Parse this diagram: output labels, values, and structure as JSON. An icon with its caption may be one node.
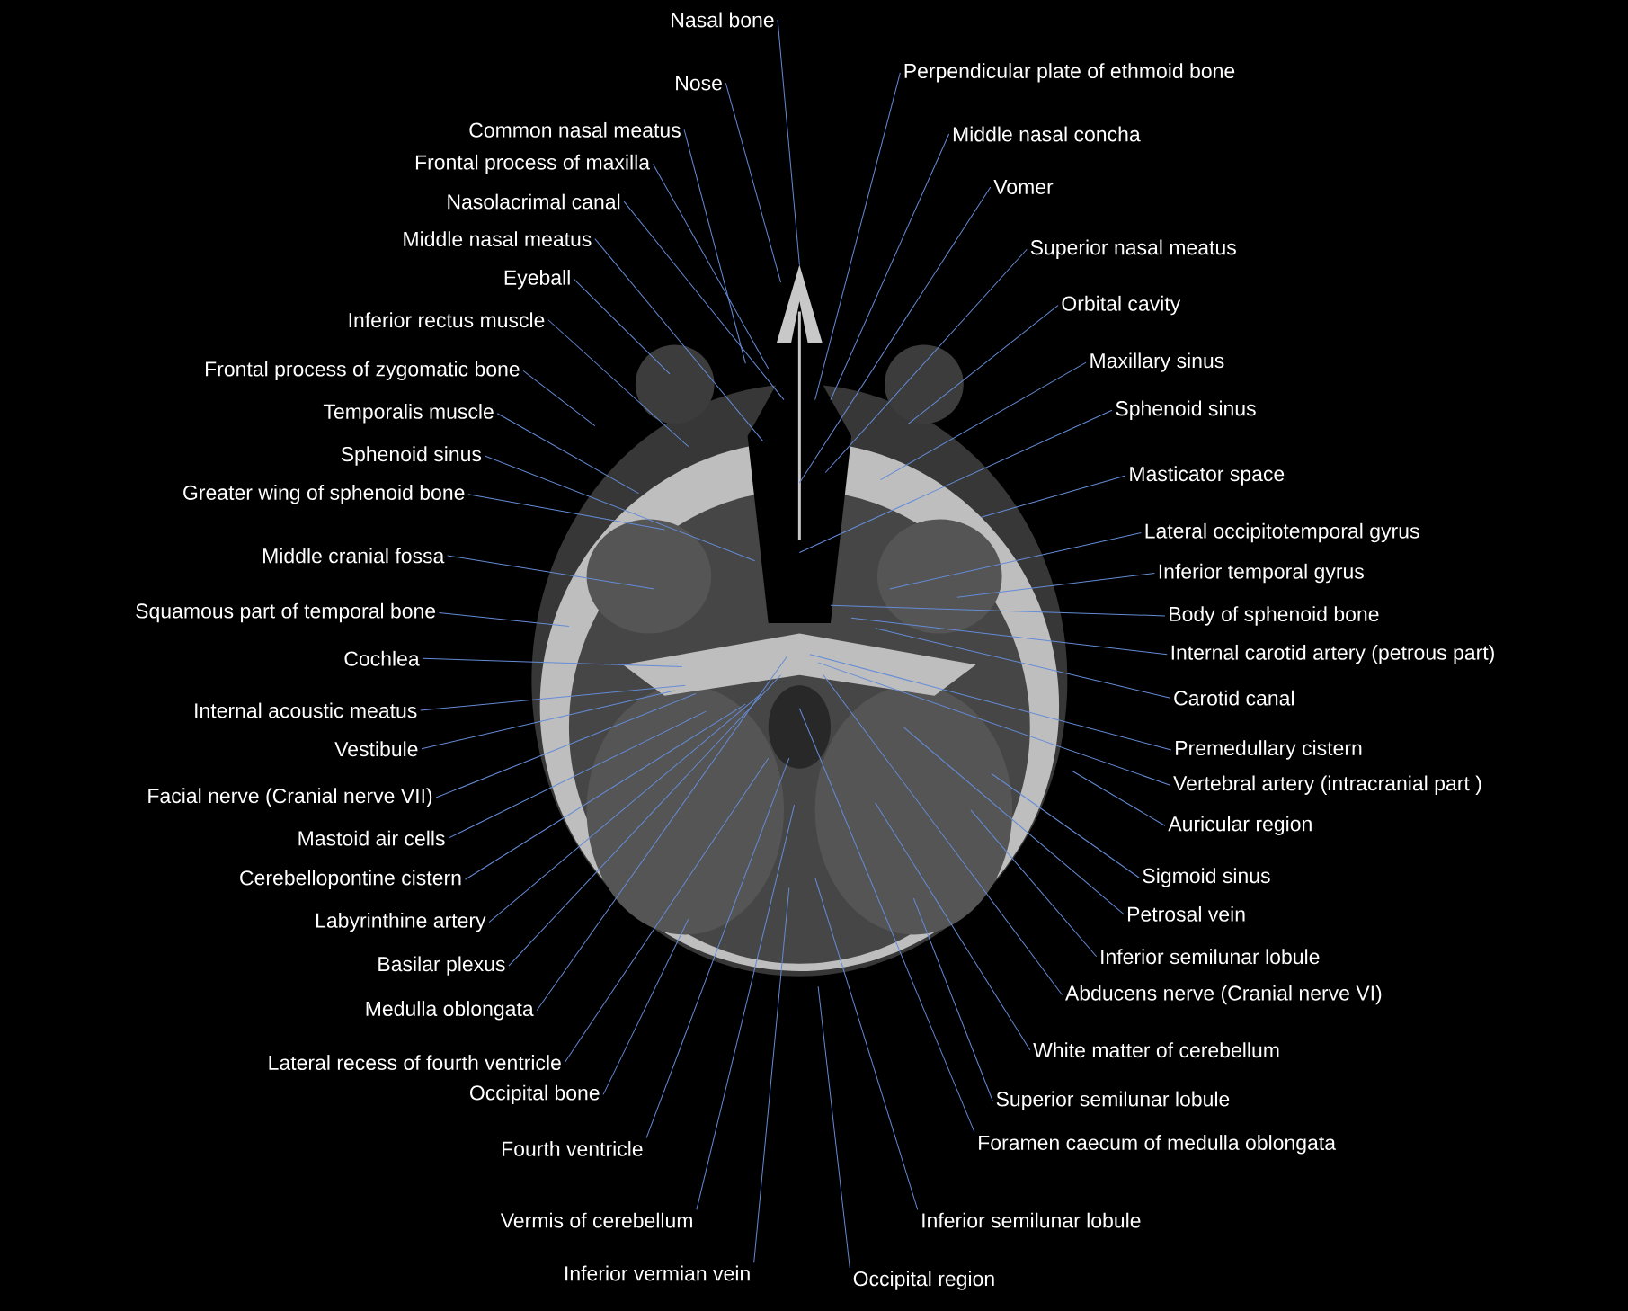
{
  "diagram": {
    "nodes": [
      {
        "text": [
          "Nasal bone"
        ]
      },
      {
        "text": [
          "Nose"
        ]
      },
      {
        "text": [
          "Common nasal meatus"
        ]
      },
      {
        "text": [
          "Frontal process of maxilla"
        ]
      },
      {
        "text": [
          "Nasolacrimal canal"
        ]
      },
      {
        "text": [
          "Middle nasal meatus"
        ]
      },
      {
        "text": [
          "Eyeball"
        ]
      },
      {
        "text": [
          "Inferior rectus muscle"
        ]
      },
      {
        "text": [
          "Frontal process of zygomatic bone"
        ]
      },
      {
        "text": [
          "Temporalis muscle"
        ]
      },
      {
        "text": [
          "Sphenoid sinus"
        ]
      },
      {
        "text": [
          "Greater wing of sphenoid bone"
        ]
      },
      {
        "text": [
          "Middle cranial fossa"
        ]
      },
      {
        "text": [
          "Squamous part of temporal bone"
        ]
      },
      {
        "text": [
          "Cochlea"
        ]
      },
      {
        "text": [
          "Internal acoustic meatus"
        ]
      },
      {
        "text": [
          "Vestibule"
        ]
      },
      {
        "text": [
          "Facial nerve (Cranial nerve VII)"
        ]
      },
      {
        "text": [
          "Mastoid air cells"
        ]
      },
      {
        "text": [
          "Cerebellopontine cistern"
        ]
      },
      {
        "text": [
          "Labyrinthine artery"
        ]
      },
      {
        "text": [
          "Basilar plexus"
        ]
      },
      {
        "text": [
          "Medulla oblongata"
        ]
      },
      {
        "text": [
          "Lateral recess of fourth ventricle"
        ]
      },
      {
        "text": [
          "Occipital bone"
        ]
      },
      {
        "text": [
          "Fourth ventricle"
        ]
      },
      {
        "text": [
          "Vermis of cerebellum"
        ]
      },
      {
        "text": [
          "Inferior vermian vein"
        ]
      },
      {
        "text": [
          "Perpendicular plate of ethmoid bone"
        ]
      },
      {
        "text": [
          "Middle nasal concha"
        ]
      },
      {
        "text": [
          "Vomer"
        ]
      },
      {
        "text": [
          "Superior nasal meatus"
        ]
      },
      {
        "text": [
          "Orbital cavity"
        ]
      },
      {
        "text": [
          "Maxillary sinus"
        ]
      },
      {
        "text": [
          "Sphenoid sinus"
        ]
      },
      {
        "text": [
          "Masticator space"
        ]
      },
      {
        "text": [
          "Lateral occipitotemporal gyrus"
        ]
      },
      {
        "text": [
          "Inferior temporal gyrus"
        ]
      },
      {
        "text": [
          "Body of sphenoid bone"
        ]
      },
      {
        "text": [
          "Internal carotid artery (petrous part)"
        ]
      },
      {
        "text": [
          "Carotid canal"
        ]
      },
      {
        "text": [
          "Premedullary cistern"
        ]
      },
      {
        "text": [
          "Vertebral artery (intracranial part )"
        ]
      },
      {
        "text": [
          "Auricular region"
        ]
      },
      {
        "text": [
          "Sigmoid sinus"
        ]
      },
      {
        "text": [
          "Petrosal vein"
        ]
      },
      {
        "text": [
          "Inferior semilunar lobule"
        ]
      },
      {
        "text": [
          "Abducens nerve (Cranial nerve VI)"
        ]
      },
      {
        "text": [
          "White matter of cerebellum"
        ]
      },
      {
        "text": [
          "Superior semilunar lobule"
        ]
      },
      {
        "text": [
          "Foramen caecum of medulla oblongata"
        ]
      },
      {
        "text": [
          "Inferior semilunar lobule"
        ]
      },
      {
        "text": [
          "Occipital region"
        ]
      }
    ],
    "edges": [
      {
        "from": 0,
        "to": null,
        "arrow": "none"
      },
      {
        "from": 1,
        "to": null,
        "arrow": "none"
      },
      {
        "from": 2,
        "to": null,
        "arrow": "none"
      },
      {
        "from": 3,
        "to": null,
        "arrow": "none"
      },
      {
        "from": 4,
        "to": null,
        "arrow": "none"
      },
      {
        "from": 5,
        "to": null,
        "arrow": "none"
      },
      {
        "from": 6,
        "to": null,
        "arrow": "none"
      },
      {
        "from": 7,
        "to": null,
        "arrow": "none"
      },
      {
        "from": 8,
        "to": null,
        "arrow": "none"
      },
      {
        "from": 9,
        "to": null,
        "arrow": "none"
      },
      {
        "from": 10,
        "to": null,
        "arrow": "none"
      },
      {
        "from": 11,
        "to": null,
        "arrow": "none"
      },
      {
        "from": 12,
        "to": null,
        "arrow": "none"
      },
      {
        "from": 13,
        "to": null,
        "arrow": "none"
      },
      {
        "from": 14,
        "to": null,
        "arrow": "none"
      },
      {
        "from": 15,
        "to": null,
        "arrow": "none"
      },
      {
        "from": 16,
        "to": null,
        "arrow": "none"
      },
      {
        "from": 17,
        "to": null,
        "arrow": "none"
      },
      {
        "from": 18,
        "to": null,
        "arrow": "none"
      },
      {
        "from": 19,
        "to": null,
        "arrow": "none"
      },
      {
        "from": 20,
        "to": null,
        "arrow": "none"
      },
      {
        "from": 21,
        "to": null,
        "arrow": "none"
      },
      {
        "from": 22,
        "to": null,
        "arrow": "none"
      },
      {
        "from": 23,
        "to": null,
        "arrow": "none"
      },
      {
        "from": 24,
        "to": null,
        "arrow": "none"
      },
      {
        "from": 25,
        "to": null,
        "arrow": "none"
      },
      {
        "from": 26,
        "to": null,
        "arrow": "none"
      },
      {
        "from": 27,
        "to": null,
        "arrow": "none"
      },
      {
        "from": 28,
        "to": null,
        "arrow": "none"
      },
      {
        "from": 29,
        "to": null,
        "arrow": "none"
      },
      {
        "from": 30,
        "to": null,
        "arrow": "none"
      },
      {
        "from": 31,
        "to": null,
        "arrow": "none"
      },
      {
        "from": 32,
        "to": null,
        "arrow": "none"
      },
      {
        "from": 33,
        "to": null,
        "arrow": "none"
      },
      {
        "from": 34,
        "to": null,
        "arrow": "none"
      },
      {
        "from": 35,
        "to": null,
        "arrow": "none"
      },
      {
        "from": 36,
        "to": null,
        "arrow": "none"
      },
      {
        "from": 37,
        "to": null,
        "arrow": "none"
      },
      {
        "from": 38,
        "to": null,
        "arrow": "none"
      },
      {
        "from": 39,
        "to": null,
        "arrow": "none"
      },
      {
        "from": 40,
        "to": null,
        "arrow": "none"
      },
      {
        "from": 41,
        "to": null,
        "arrow": "none"
      },
      {
        "from": 42,
        "to": null,
        "arrow": "none"
      },
      {
        "from": 43,
        "to": null,
        "arrow": "none"
      },
      {
        "from": 44,
        "to": null,
        "arrow": "none"
      },
      {
        "from": 45,
        "to": null,
        "arrow": "none"
      },
      {
        "from": 46,
        "to": null,
        "arrow": "none"
      },
      {
        "from": 47,
        "to": null,
        "arrow": "none"
      },
      {
        "from": 48,
        "to": null,
        "arrow": "none"
      },
      {
        "from": 49,
        "to": null,
        "arrow": "none"
      },
      {
        "from": 50,
        "to": null,
        "arrow": "none"
      },
      {
        "from": 51,
        "to": null,
        "arrow": "none"
      },
      {
        "from": 52,
        "to": null,
        "arrow": "none"
      }
    ]
  }
}
